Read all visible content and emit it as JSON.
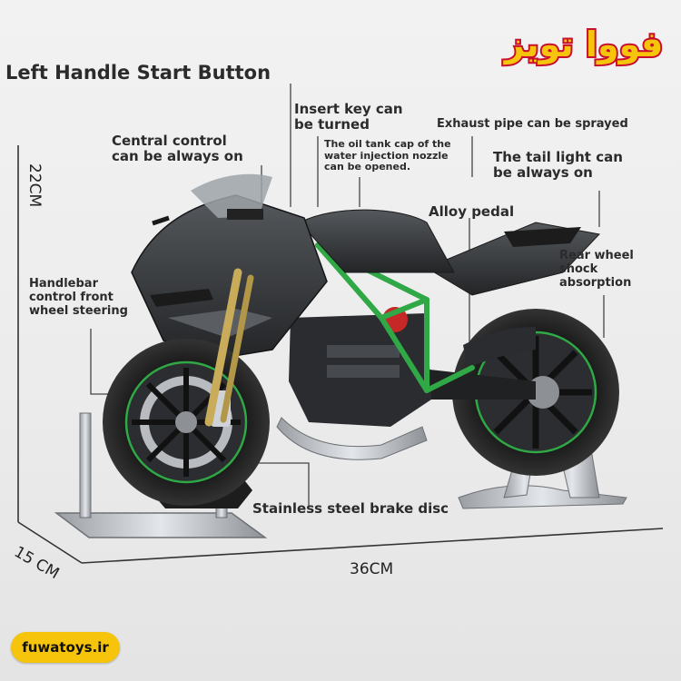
{
  "title": "Left Handle Start Button",
  "callouts": {
    "insert_key_1": "Insert key can",
    "insert_key_2": "be turned",
    "exhaust": "Exhaust pipe can be sprayed",
    "central_1": "Central control",
    "central_2": "can be always on",
    "oil_1": "The oil tank cap of the",
    "oil_2": "water injection nozzle",
    "oil_3": "can be opened.",
    "tail_1": "The tail light can",
    "tail_2": "be always on",
    "pedal": "Alloy pedal",
    "shock_1": "Rear wheel",
    "shock_2": "shock",
    "shock_3": "absorption",
    "handlebar_1": "Handlebar",
    "handlebar_2": "control front",
    "handlebar_3": "wheel steering",
    "brake": "Stainless steel brake disc"
  },
  "dimensions": {
    "height": "22CM",
    "depth": "15 CM",
    "length": "36CM"
  },
  "brand": {
    "logo_text": "فووا تویز",
    "website": "fuwatoys.ir"
  },
  "colors": {
    "frame_green": "#2fa845",
    "body_dark": "#2e3033",
    "logo_yellow": "#f6c40a",
    "logo_red": "#c8102e"
  }
}
